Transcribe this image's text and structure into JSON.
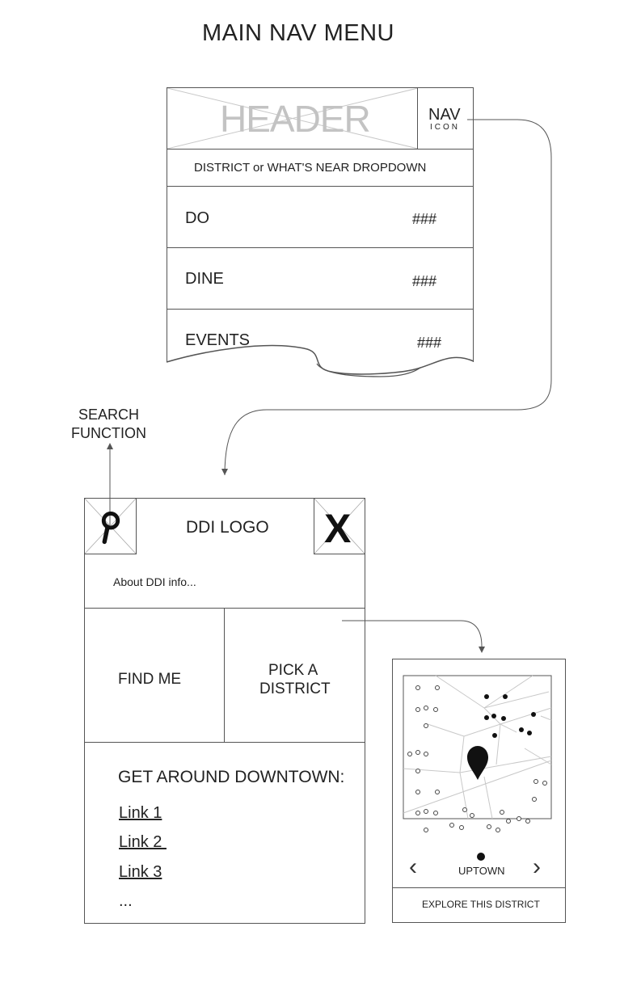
{
  "title": "MAIN NAV MENU",
  "top_menu": {
    "header_label": "HEADER",
    "nav_icon_label": "NAV",
    "nav_icon_sub": "ICON",
    "dropdown_label": "DISTRICT or WHAT'S NEAR DROPDOWN",
    "items": [
      {
        "label": "DO",
        "count": "###"
      },
      {
        "label": "DINE",
        "count": "###"
      },
      {
        "label": "EVENTS",
        "count": "###"
      }
    ]
  },
  "search_annotation": {
    "line1": "SEARCH",
    "line2": "FUNCTION"
  },
  "nav_panel": {
    "logo_label": "DDI LOGO",
    "close_glyph": "X",
    "about_text": "About DDI info...",
    "find_me": "FIND ME",
    "pick_district_line1": "PICK A",
    "pick_district_line2": "DISTRICT",
    "get_around_heading": "GET AROUND DOWNTOWN:",
    "links": [
      "Link 1",
      "Link 2 ",
      "Link 3"
    ],
    "ellipsis": "..."
  },
  "district_card": {
    "district_name": "UPTOWN",
    "prev_glyph": "‹",
    "next_glyph": "›",
    "explore_label": "EXPLORE THIS DISTRICT"
  },
  "colors": {
    "line": "#555555",
    "placeholder": "#c8c8c8",
    "text": "#222222"
  }
}
